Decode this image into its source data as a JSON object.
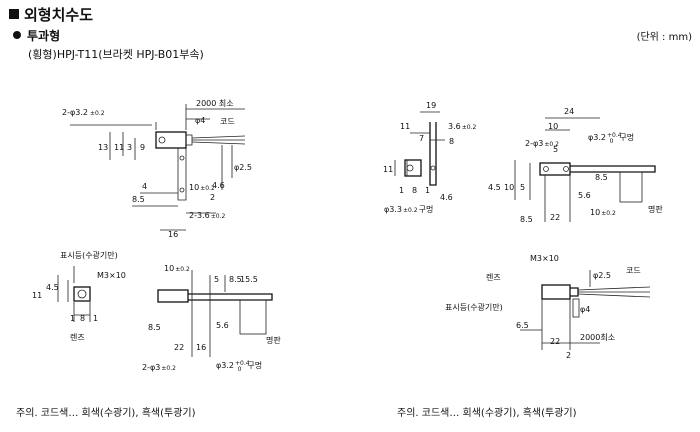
{
  "header": {
    "title": "외형치수도",
    "section": "투과형",
    "subtitle": "(횡형)HPJ-T11(브라켓 HPJ-B01부속)",
    "unit": "(단위 : mm)"
  },
  "notes": {
    "left": "주의. 코드색… 회색(수광기), 흑색(투광기)",
    "right": "주의. 코드색… 회색(수광기), 흑색(투광기)"
  },
  "labels": {
    "hole_2phi32": "2-φ3.2",
    "tol02": "±0.2",
    "len_2000_min": "2000 최소",
    "phi4": "φ4",
    "cord": "코드",
    "d13": "13",
    "d11": "11",
    "d3": "3",
    "d9": "9",
    "phi25": "φ2.5",
    "d4": "4",
    "d8_5": "8.5",
    "d10": "10",
    "d46": "4.6",
    "d2": "2",
    "d2_36": "2-3.6",
    "d16": "16",
    "indicator": "표시등(수광기만)",
    "m3x10": "M3×10",
    "d4_5": "4.5",
    "d1": "1",
    "d8": "8",
    "lens": "렌즈",
    "d15_5": "15.5",
    "d5_6": "5.6",
    "d22": "22",
    "d2_phi3": "2-φ3",
    "phi32_slot": "φ3.2",
    "tol_04": "+0.4",
    "tol_0": "0",
    "slot": "구멍",
    "nameplate": "명판",
    "d19": "19",
    "d7": "7",
    "d36": "3.6",
    "phi33_slot": "φ3.3",
    "d24": "24",
    "d5": "5",
    "d6_5": "6.5",
    "len_2000_min_b": "2000최소",
    "indicator_b": "표시등(수광기만)"
  }
}
